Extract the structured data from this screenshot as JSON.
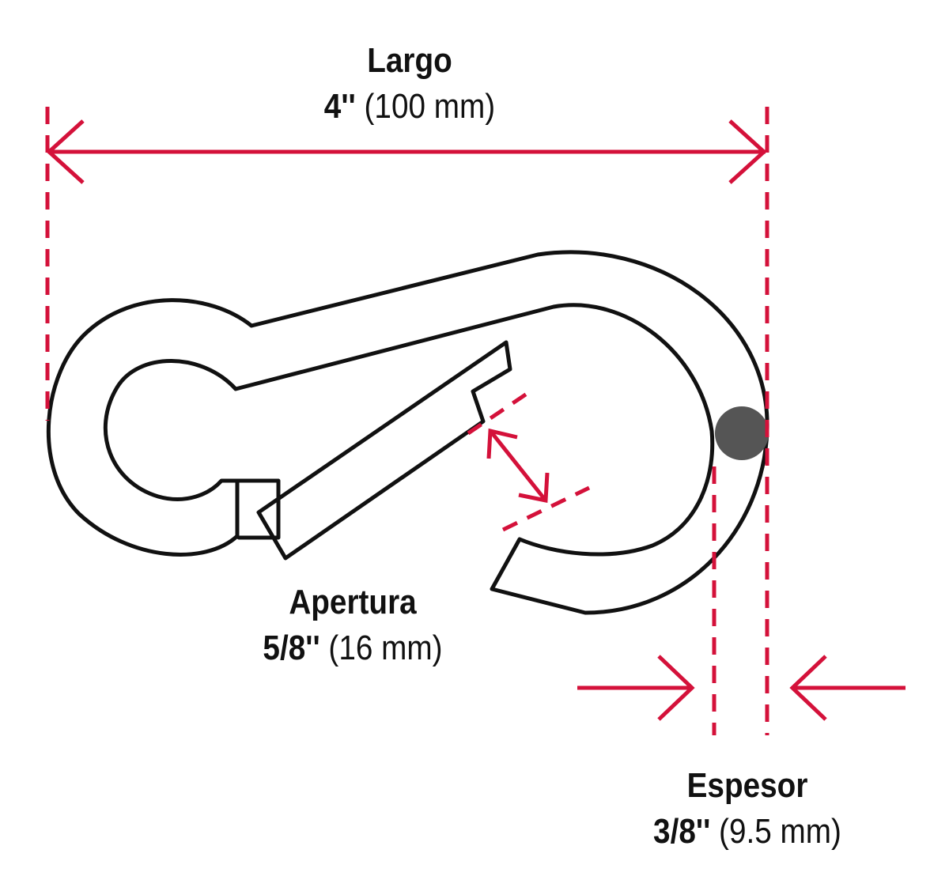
{
  "colors": {
    "dimension_red": "#d4113a",
    "outline_black": "#111111",
    "background": "#ffffff",
    "pin_gray": "#555555"
  },
  "dimensions": {
    "largo": {
      "name": "Largo",
      "imperial": "4''",
      "metric": "(100 mm)"
    },
    "apertura": {
      "name": "Apertura",
      "imperial": "5/8''",
      "metric": "(16 mm)"
    },
    "espesor": {
      "name": "Espesor",
      "imperial": "3/8''",
      "metric": "(9.5 mm)"
    }
  }
}
